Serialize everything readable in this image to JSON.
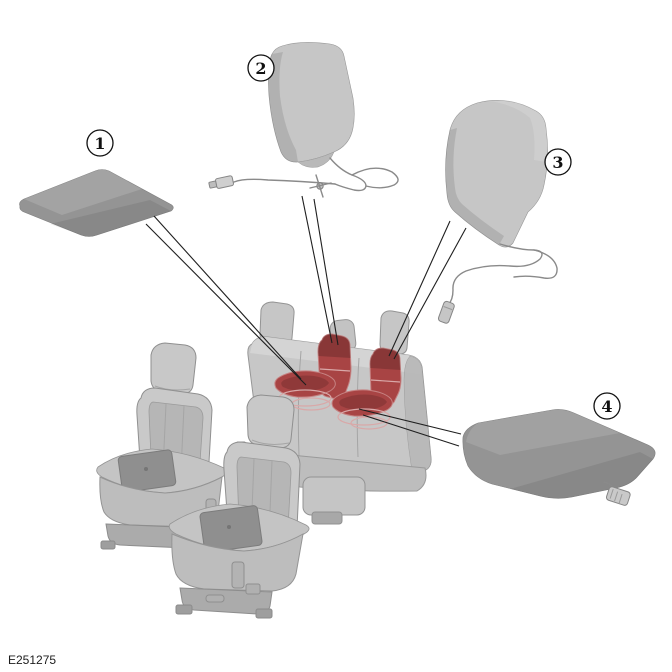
{
  "figure": {
    "code": "E251275"
  },
  "callouts": [
    {
      "number": "1"
    },
    {
      "number": "2"
    },
    {
      "number": "3"
    },
    {
      "number": "4"
    }
  ],
  "colors": {
    "highlight": "#a84444",
    "highlight_outline": "#c68282",
    "pad_gray": "#949494",
    "backrest_pad_gray": "#c6c6c6",
    "seat_gray": "#c9c9c9",
    "leader_line": "#1f1f1f"
  }
}
